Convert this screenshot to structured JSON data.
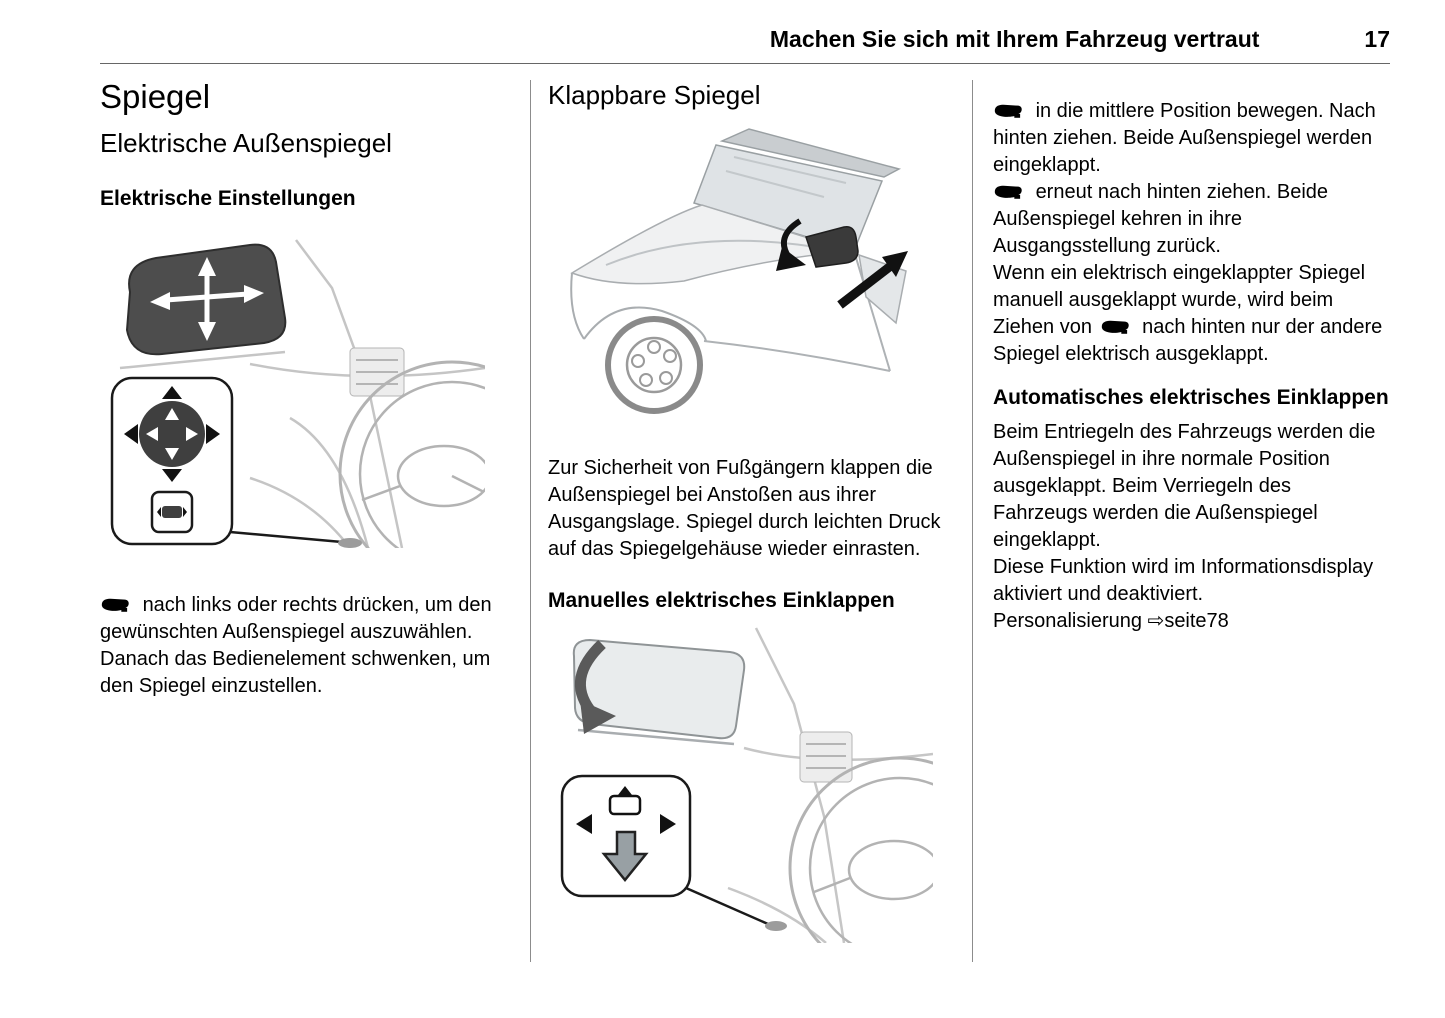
{
  "header": {
    "title": "Machen Sie sich mit Ihrem Fahrzeug vertraut",
    "page_number": "17"
  },
  "icons": {
    "mirror_control": "side-mirror-control pictogram (black mirror silhouette)",
    "reference_arrow": "⇨"
  },
  "column1": {
    "title": "Spiegel",
    "subtitle": "Elektrische Außenspiegel",
    "heading": "Elektrische Einstellungen",
    "illustration": "Innenraum mit Außenspiegel, Vier-Wege-Verstellknopf und Spiegelwahlschalter",
    "para1": "nach links oder rechts drücken, um den gewünschten Außenspiegel auszuwählen.",
    "para2": "Danach das Bedienelement schwenken, um den Spiegel einzustellen."
  },
  "column2": {
    "heading": "Klappbare Spiegel",
    "illustration_top": "Fahrzeugfront mit anklappendem Außenspiegel und Pfeil",
    "para1": "Zur Sicherheit von Fußgängern klappen die Außenspiegel bei Anstoßen aus ihrer Ausgangslage. Spiegel durch leichten Druck auf das Spiegelgehäuse wieder einrasten.",
    "subheading": "Manuelles elektrisches Einklappen",
    "illustration_bottom": "Außenspiegel mit Klapppfeil und Bedienelement mit Abwärtspfeil"
  },
  "column3": {
    "para1": "in die mittlere Position bewegen. Nach hinten ziehen. Beide Außenspiegel werden eingeklappt.",
    "para2": "erneut nach hinten ziehen. Beide Außenspiegel kehren in ihre Ausgangsstellung zurück.",
    "para3_before": "Wenn ein elektrisch eingeklappter Spiegel manuell ausgeklappt wurde, wird beim Ziehen von",
    "para3_after": "nach hinten nur der andere Spiegel elektrisch ausgeklappt.",
    "heading": "Automatisches elektrisches Einklappen",
    "para4": "Beim Entriegeln des Fahrzeugs werden die Außenspiegel in ihre normale Position ausgeklappt. Beim Verriegeln des Fahrzeugs werden die Außenspiegel eingeklappt.",
    "para5": "Diese Funktion wird im Informationsdisplay aktiviert und deaktiviert.",
    "reference_label": "Personalisierung",
    "reference_arrow": "⇨",
    "reference_target": "seite78"
  }
}
